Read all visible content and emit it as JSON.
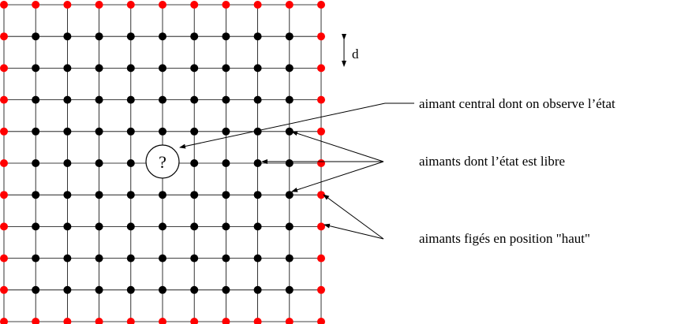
{
  "diagram": {
    "grid": {
      "cols": 11,
      "rows": 11
    },
    "colors": {
      "fixed_up": "#ff0000",
      "free": "#000000",
      "line": "#000000"
    },
    "spacing_label": "d",
    "central_marker": "?",
    "labels": {
      "central": "aimant central dont on observe l’état",
      "free": "aimants dont l’état est libre",
      "fixed": "aimants figés en position \"haut\""
    }
  }
}
